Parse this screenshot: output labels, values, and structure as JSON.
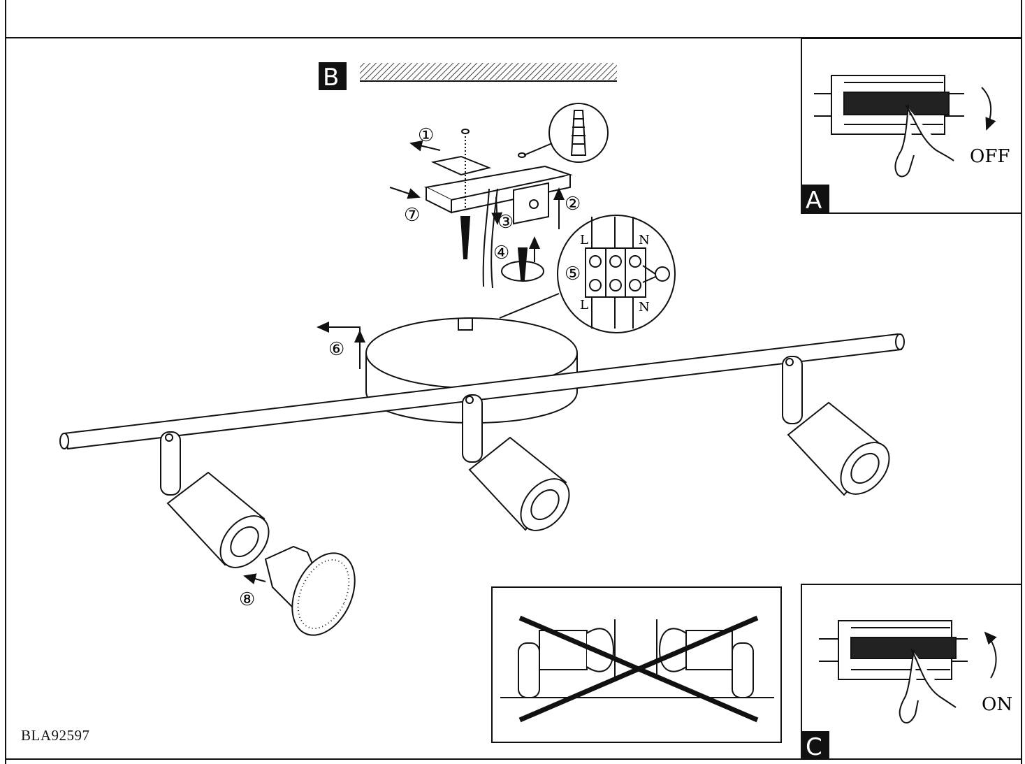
{
  "model_code": "BLA92597",
  "panels": {
    "a": {
      "badge": "A",
      "switch_label": "OFF"
    },
    "b": {
      "badge": "B"
    },
    "c": {
      "badge": "C",
      "switch_label": "ON"
    }
  },
  "steps": [
    "①",
    "②",
    "③",
    "④",
    "⑤",
    "⑥",
    "⑦",
    "⑧"
  ],
  "terminal": {
    "top_l": "L",
    "top_n": "N",
    "bottom_l": "L",
    "bottom_n": "N"
  }
}
